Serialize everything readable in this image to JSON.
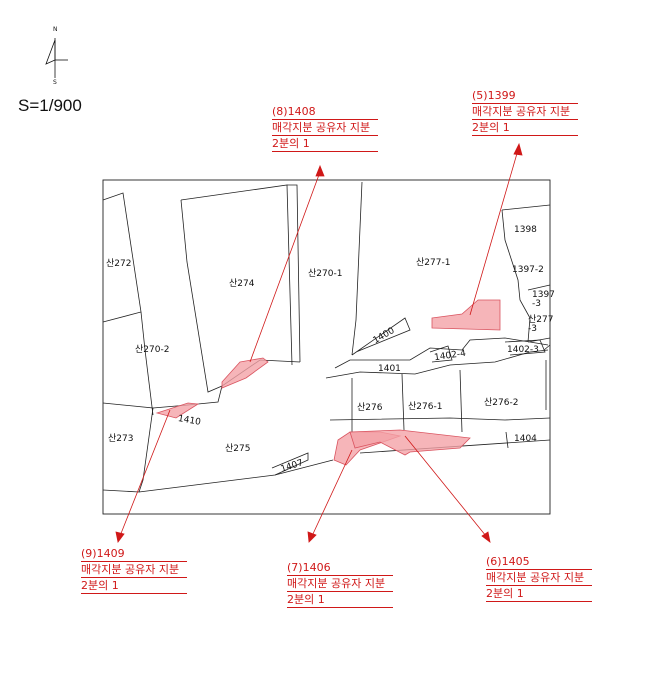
{
  "north_arrow": {
    "n": "N",
    "s": "S"
  },
  "scale": "S=1/900",
  "parcels": [
    {
      "id": "p-san272",
      "label": "산272"
    },
    {
      "id": "p-san274",
      "label": "산274"
    },
    {
      "id": "p-san270-1",
      "label": "산270-1"
    },
    {
      "id": "p-san277-1",
      "label": "산277-1"
    },
    {
      "id": "p-1398",
      "label": "1398"
    },
    {
      "id": "p-1397-2",
      "label": "1397-2"
    },
    {
      "id": "p-1397-3",
      "label": "1397\n-3"
    },
    {
      "id": "p-san277-3",
      "label": "산277\n-3"
    },
    {
      "id": "p-san270-2",
      "label": "산270-2"
    },
    {
      "id": "p-1400",
      "label": "1400"
    },
    {
      "id": "p-1401",
      "label": "1401"
    },
    {
      "id": "p-1402-4",
      "label": "1402-4"
    },
    {
      "id": "p-1402-3",
      "label": "1402-3"
    },
    {
      "id": "p-san276",
      "label": "산276"
    },
    {
      "id": "p-san276-1",
      "label": "산276-1"
    },
    {
      "id": "p-san276-2",
      "label": "산276-2"
    },
    {
      "id": "p-1410",
      "label": "1410"
    },
    {
      "id": "p-san273",
      "label": "산273"
    },
    {
      "id": "p-san275",
      "label": "산275"
    },
    {
      "id": "p-1404",
      "label": "1404"
    },
    {
      "id": "p-1407",
      "label": "1407"
    }
  ],
  "callouts": [
    {
      "id": "c8",
      "line1": "(8)1408",
      "line2": "매각지분 공유자 지분",
      "line3": "2분의 1"
    },
    {
      "id": "c5",
      "line1": "(5)1399",
      "line2": "매각지분 공유자 지분",
      "line3": "2분의 1"
    },
    {
      "id": "c9",
      "line1": "(9)1409",
      "line2": "매각지분 공유자 지분",
      "line3": "2분의 1"
    },
    {
      "id": "c7",
      "line1": "(7)1406",
      "line2": "매각지분 공유자 지분",
      "line3": "2분의 1"
    },
    {
      "id": "c6",
      "line1": "(6)1405",
      "line2": "매각지분 공유자 지분",
      "line3": "2분의 1"
    }
  ],
  "colors": {
    "highlight": "#f4a3a8",
    "callout": "#d01818"
  }
}
